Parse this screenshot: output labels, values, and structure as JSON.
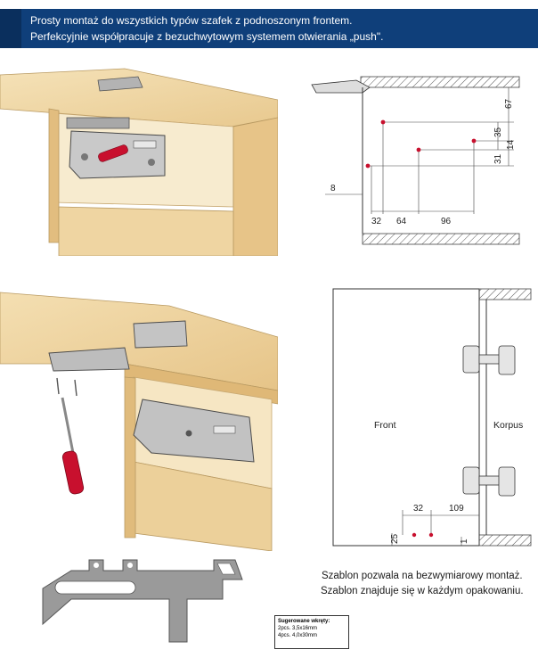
{
  "banner": {
    "line1": "Prosty montaż do wszystkich typów szafek z podnoszonym frontem.",
    "line2": "Perfekcyjnie współpracuje z bezuchwytowym systemem otwierania „push\"."
  },
  "diagram_top": {
    "dims": {
      "d67": "67",
      "d35": "35",
      "d14": "14",
      "d31": "31",
      "d8": "8",
      "d32": "32",
      "d64": "64",
      "d96": "96"
    }
  },
  "diagram_side": {
    "front_label": "Front",
    "korpus_label": "Korpus",
    "dims": {
      "d32": "32",
      "d109": "109",
      "d25": "25",
      "d1": "1"
    }
  },
  "caption": {
    "line1": "Szablon pozwala na bezwymiarowy montaż.",
    "line2": "Szablon znajduje się w każdym opakowaniu."
  },
  "note": {
    "title": "Sugerowane wkręty:",
    "line1": "2pcs. 3,5x16mm",
    "line2": "4pcs. 4,0x30mm"
  },
  "colors": {
    "banner": "#0f3f7a",
    "wood": "#f0d9ac",
    "marker": "#c8102e"
  }
}
